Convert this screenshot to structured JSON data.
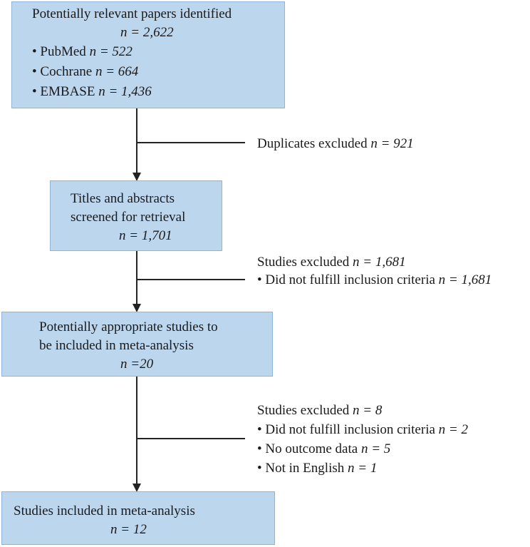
{
  "boxes": {
    "identified": {
      "title": "Potentially relevant papers identified",
      "n": "n = 2,622",
      "sources": [
        {
          "bullet": "•",
          "label": "PubMed",
          "n": "n = 522"
        },
        {
          "bullet": "•",
          "label": "Cochrane",
          "n": "n = 664"
        },
        {
          "bullet": "•",
          "label": "EMBASE",
          "n": "n = 1,436"
        }
      ]
    },
    "screened": {
      "line1": "Titles and abstracts",
      "line2": "screened for retrieval",
      "n": "n = 1,701"
    },
    "appropriate": {
      "line1": "Potentially appropriate studies to",
      "line2": "be included in meta-analysis",
      "n": "n =20"
    },
    "included": {
      "line1": "Studies included in meta-analysis",
      "n": "n = 12"
    }
  },
  "exclusions": {
    "duplicates": {
      "label": "Duplicates excluded",
      "n": "n = 921"
    },
    "screening": {
      "label": "Studies excluded",
      "n": "n = 1,681",
      "reasons": [
        {
          "bullet": "•",
          "label": "Did not fulfill inclusion criteria",
          "n": "n = 1,681"
        }
      ]
    },
    "fulltext": {
      "label": "Studies excluded",
      "n": "n = 8",
      "reasons": [
        {
          "bullet": "•",
          "label": "Did not fulfill inclusion criteria",
          "n": "n = 2"
        },
        {
          "bullet": "•",
          "label": "No outcome data",
          "n": "n = 5"
        },
        {
          "bullet": "•",
          "label": "Not in English",
          "n": "n = 1"
        }
      ]
    }
  },
  "colors": {
    "box_fill": "#bcd6ee",
    "box_border": "#8fb3d6",
    "line": "#222222"
  }
}
